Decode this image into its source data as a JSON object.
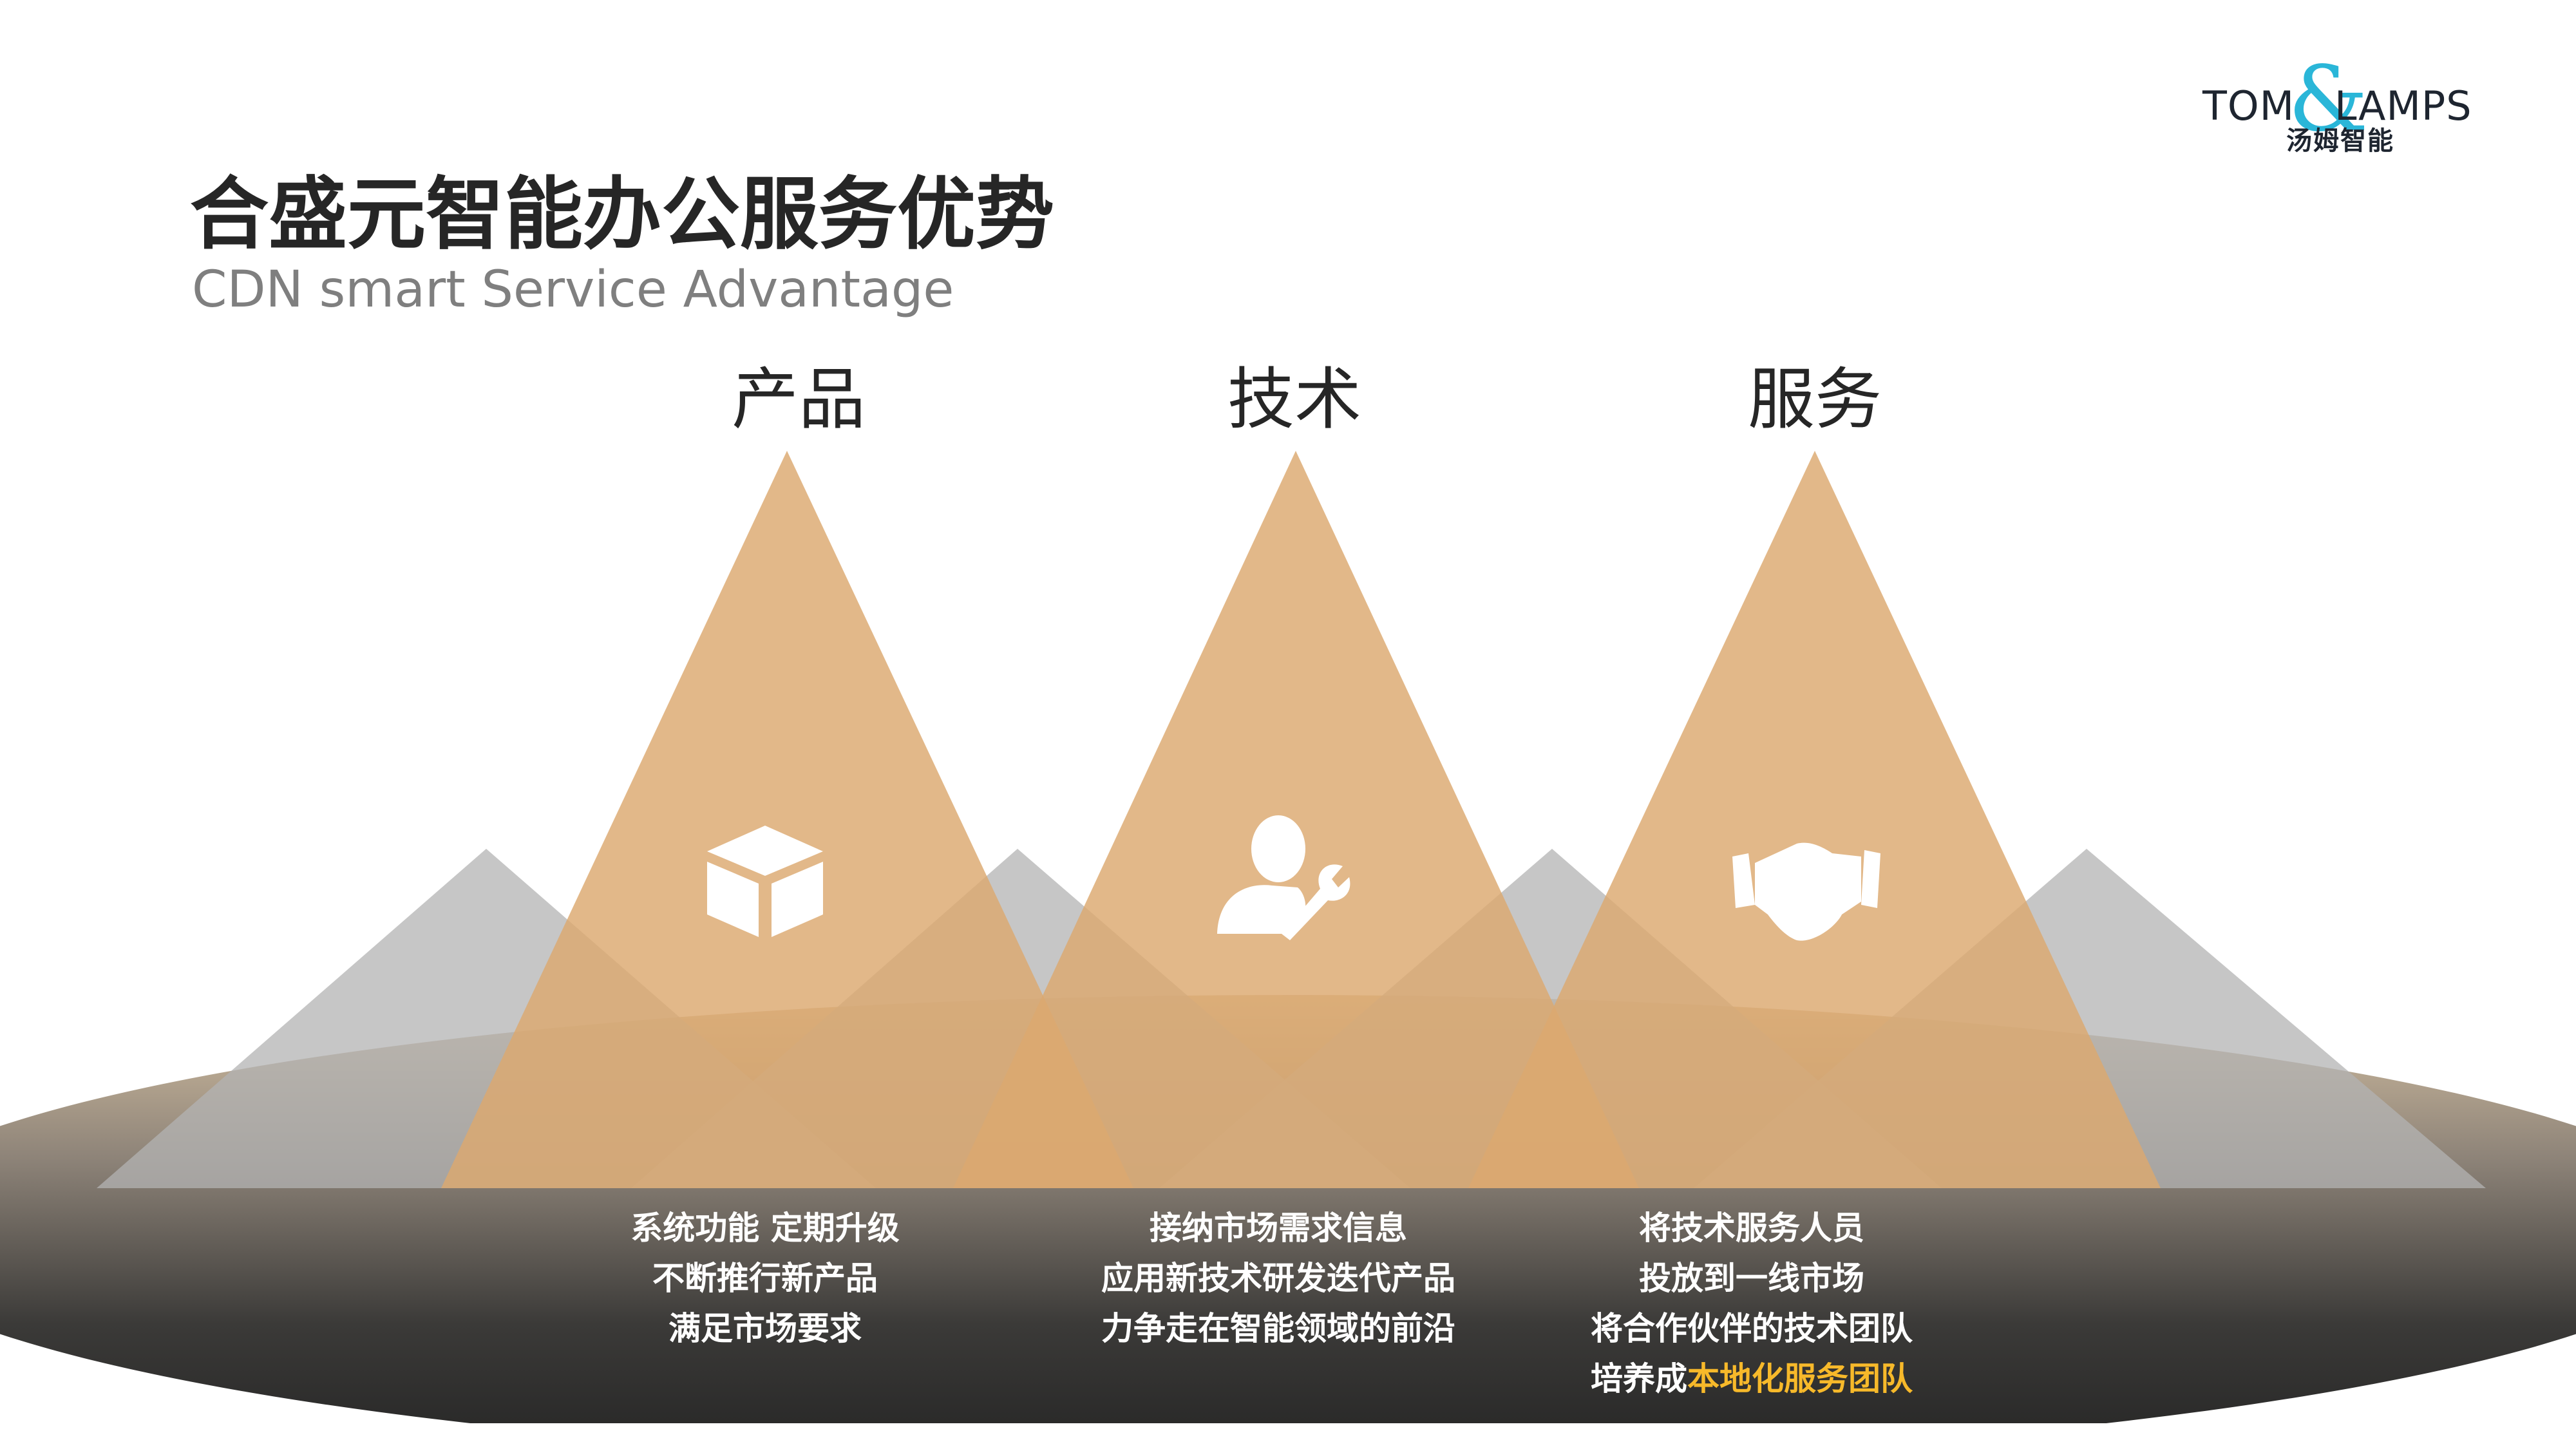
{
  "logo": {
    "left_text": "TOM",
    "amp": "&",
    "right_text": "LAMPS",
    "chinese": "汤姆智能",
    "colors": {
      "text": "#1e2530",
      "amp": "#2ab6d8"
    }
  },
  "header": {
    "title": "合盛元智能办公服务优势",
    "subtitle": "CDN smart Service Advantage"
  },
  "pillars": [
    {
      "label": "产品",
      "icon": "box-icon",
      "lines": [
        "系统功能 定期升级",
        "不断推行新产品",
        "满足市场要求"
      ]
    },
    {
      "label": "技术",
      "icon": "technician-wrench-icon",
      "lines": [
        "接纳市场需求信息",
        "应用新技术研发迭代产品",
        "力争走在智能领域的前沿"
      ]
    },
    {
      "label": "服务",
      "icon": "handshake-icon",
      "lines": [
        "将技术服务人员",
        "投放到一线市场",
        "将合作伙伴的技术团队"
      ],
      "last_line_prefix": "培养成",
      "last_line_highlight": "本地化服务团队"
    }
  ],
  "colors": {
    "peak": "#ddad7a",
    "back_peak": "#bdbdbd",
    "highlight": "#f7b92a",
    "base_dark": "#262626"
  }
}
